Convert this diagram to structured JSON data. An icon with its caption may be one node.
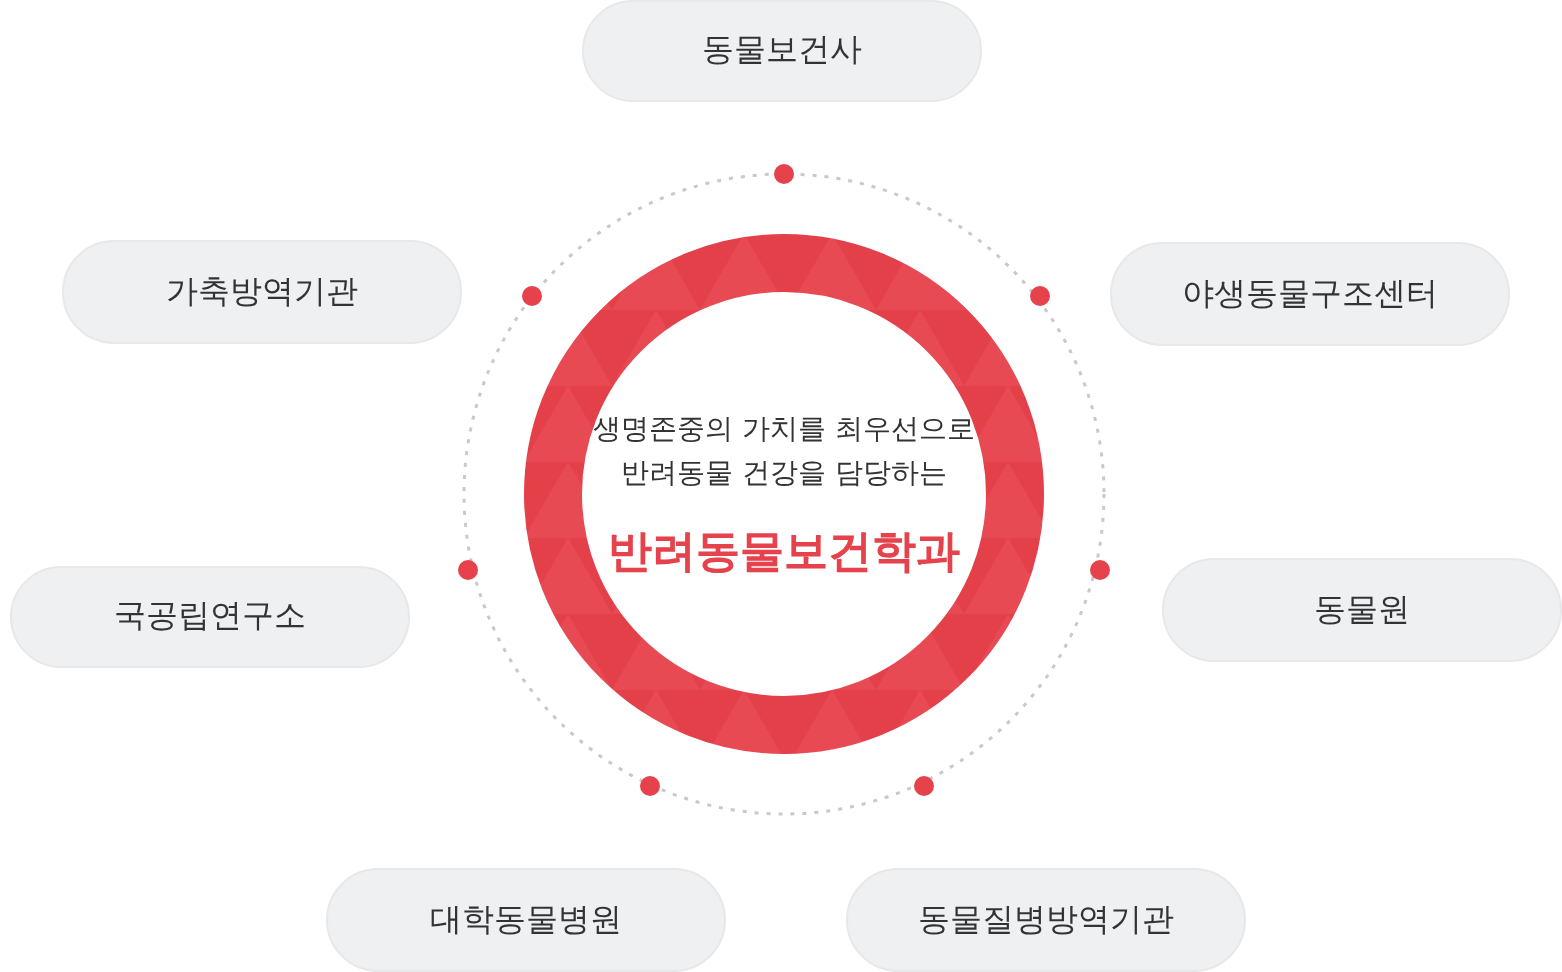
{
  "diagram": {
    "nodes": [
      {
        "text": [
          "생명존중의 가치를 최우선으로 반려동물 건강을 담당하는",
          "반려동물보건학과"
        ]
      },
      {
        "text": [
          "동물보건사"
        ]
      },
      {
        "text": [
          "가축방역기관"
        ]
      },
      {
        "text": [
          "야생동물구조센터"
        ]
      },
      {
        "text": [
          "국공립연구소"
        ]
      },
      {
        "text": [
          "동물원"
        ]
      },
      {
        "text": [
          "대학동물병원"
        ]
      },
      {
        "text": [
          "동물질병방역기관"
        ]
      }
    ]
  }
}
